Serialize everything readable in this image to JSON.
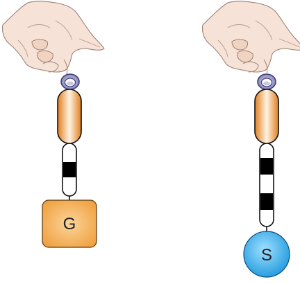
{
  "left_assembly": {
    "block_label": "G",
    "block_shape": "rounded-square",
    "block_color": "#F0A13E"
  },
  "right_assembly": {
    "block_label": "S",
    "block_shape": "circle",
    "block_color": "#29A8E8"
  },
  "colors": {
    "hand_fill": "#F6E2D6",
    "hand_stroke": "#9B7F73",
    "ring_fill": "#8C8CC4",
    "ring_stroke": "#3F3F74",
    "handle_orange": "#E8892A",
    "handle_highlight": "#FFF3E2",
    "band_black": "#000000",
    "outline": "#111111"
  }
}
